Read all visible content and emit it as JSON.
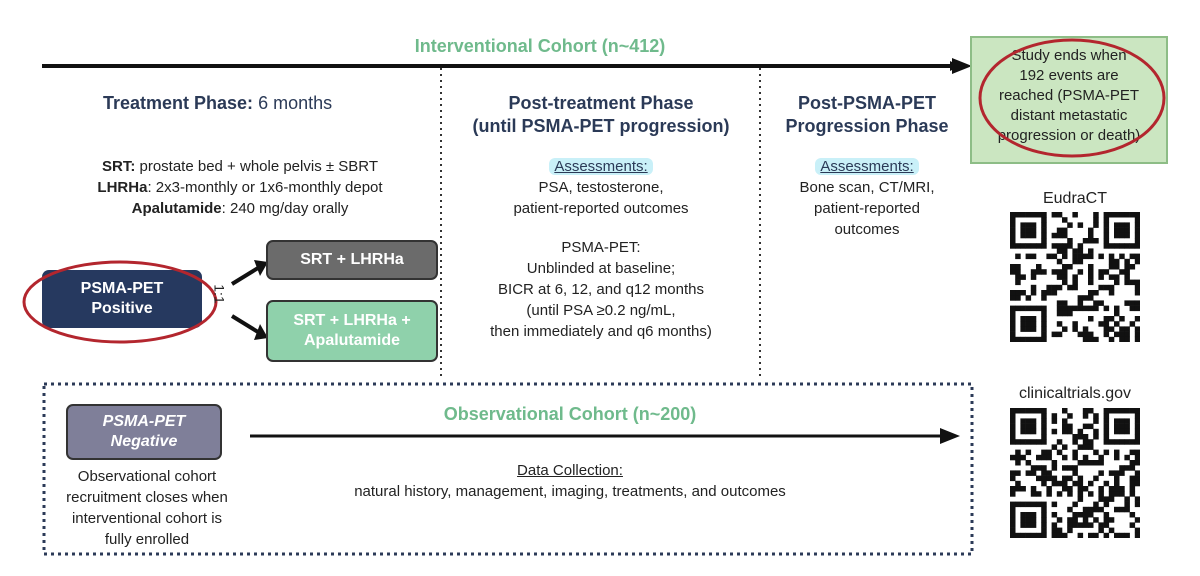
{
  "interventional": {
    "title": "Interventional Cohort (n~412)"
  },
  "treatment": {
    "title_bold": "Treatment Phase:",
    "title_light": " 6 months",
    "srt_label": "SRT:",
    "srt_text": " prostate bed + whole pelvis ± SBRT",
    "lhrha_label": "LHRHa",
    "lhrha_text": ": 2x3-monthly or 1x6-monthly depot",
    "apa_label": "Apalutamide",
    "apa_text": ": 240 mg/day orally",
    "psma_positive": "PSMA-PET Positive",
    "ratio": "1:1",
    "arm1": "SRT + LHRHa",
    "arm2": "SRT + LHRHa + Apalutamide"
  },
  "post_treatment": {
    "title_line1": "Post-treatment Phase",
    "title_line2": "(until PSMA-PET progression)",
    "assess_label": "Assessments:",
    "assess_line1": "PSA, testosterone,",
    "assess_line2": "patient-reported outcomes",
    "pet_line1": "PSMA-PET:",
    "pet_line2": "Unblinded at baseline;",
    "pet_line3": "BICR at 6, 12, and q12 months",
    "pet_line4": "(until PSA ≥0.2 ng/mL,",
    "pet_line5": "then immediately and q6 months)"
  },
  "progression": {
    "title_line1": "Post-PSMA-PET",
    "title_line2": "Progression Phase",
    "assess_label": "Assessments:",
    "line1": "Bone scan, CT/MRI,",
    "line2": "patient-reported",
    "line3": "outcomes"
  },
  "study_end": {
    "line1": "Study ends when",
    "line2": "192 events are",
    "line3": "reached (PSMA-PET",
    "line4": "distant metastatic",
    "line5": "progression or death)"
  },
  "qr": {
    "eudract_label": "EudraCT",
    "ct_label": "clinicaltrials.gov"
  },
  "observational": {
    "title": "Observational Cohort (n~200)",
    "psma_negative": "PSMA-PET Negative",
    "note_line1": "Observational cohort",
    "note_line2": "recruitment closes when",
    "note_line3": "interventional cohort is",
    "note_line4": "fully enrolled",
    "data_label": "Data Collection:",
    "data_text": "natural history, management, imaging, treatments, and outcomes"
  },
  "colors": {
    "navy": "#26395f",
    "grey_box": "#6b6b6b",
    "green_box": "#8fd1ab",
    "green_title": "#6fba8c",
    "red_circle": "#b3262e",
    "end_box": "#cbe6c1",
    "neg_box": "#7f7f99"
  }
}
